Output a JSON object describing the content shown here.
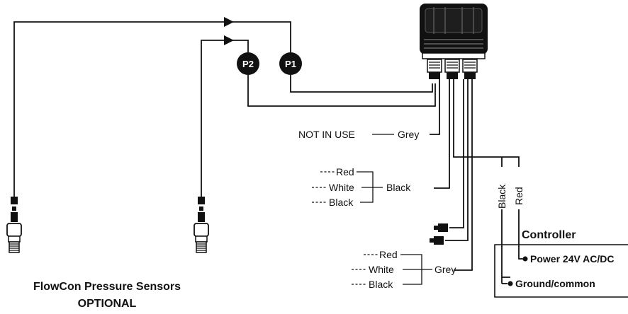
{
  "badges": {
    "p1": "P1",
    "p2": "P2"
  },
  "labels": {
    "not_in_use": "NOT IN USE",
    "grey_top": "Grey",
    "black_mid": "Black",
    "grey_bottom": "Grey",
    "vertical_black": "Black",
    "vertical_red": "Red"
  },
  "group_top": {
    "red": "Red",
    "white": "White",
    "black": "Black"
  },
  "group_bottom": {
    "red": "Red",
    "white": "White",
    "black": "Black"
  },
  "controller": {
    "title": "Controller",
    "power": "Power 24V AC/DC",
    "ground": "Ground/common"
  },
  "caption": {
    "line1": "FlowCon Pressure Sensors",
    "line2": "OPTIONAL"
  },
  "icons": [
    "actuator-icon",
    "pressure-sensor-icon",
    "connector-plug-icon",
    "flow-arrow-icon"
  ]
}
